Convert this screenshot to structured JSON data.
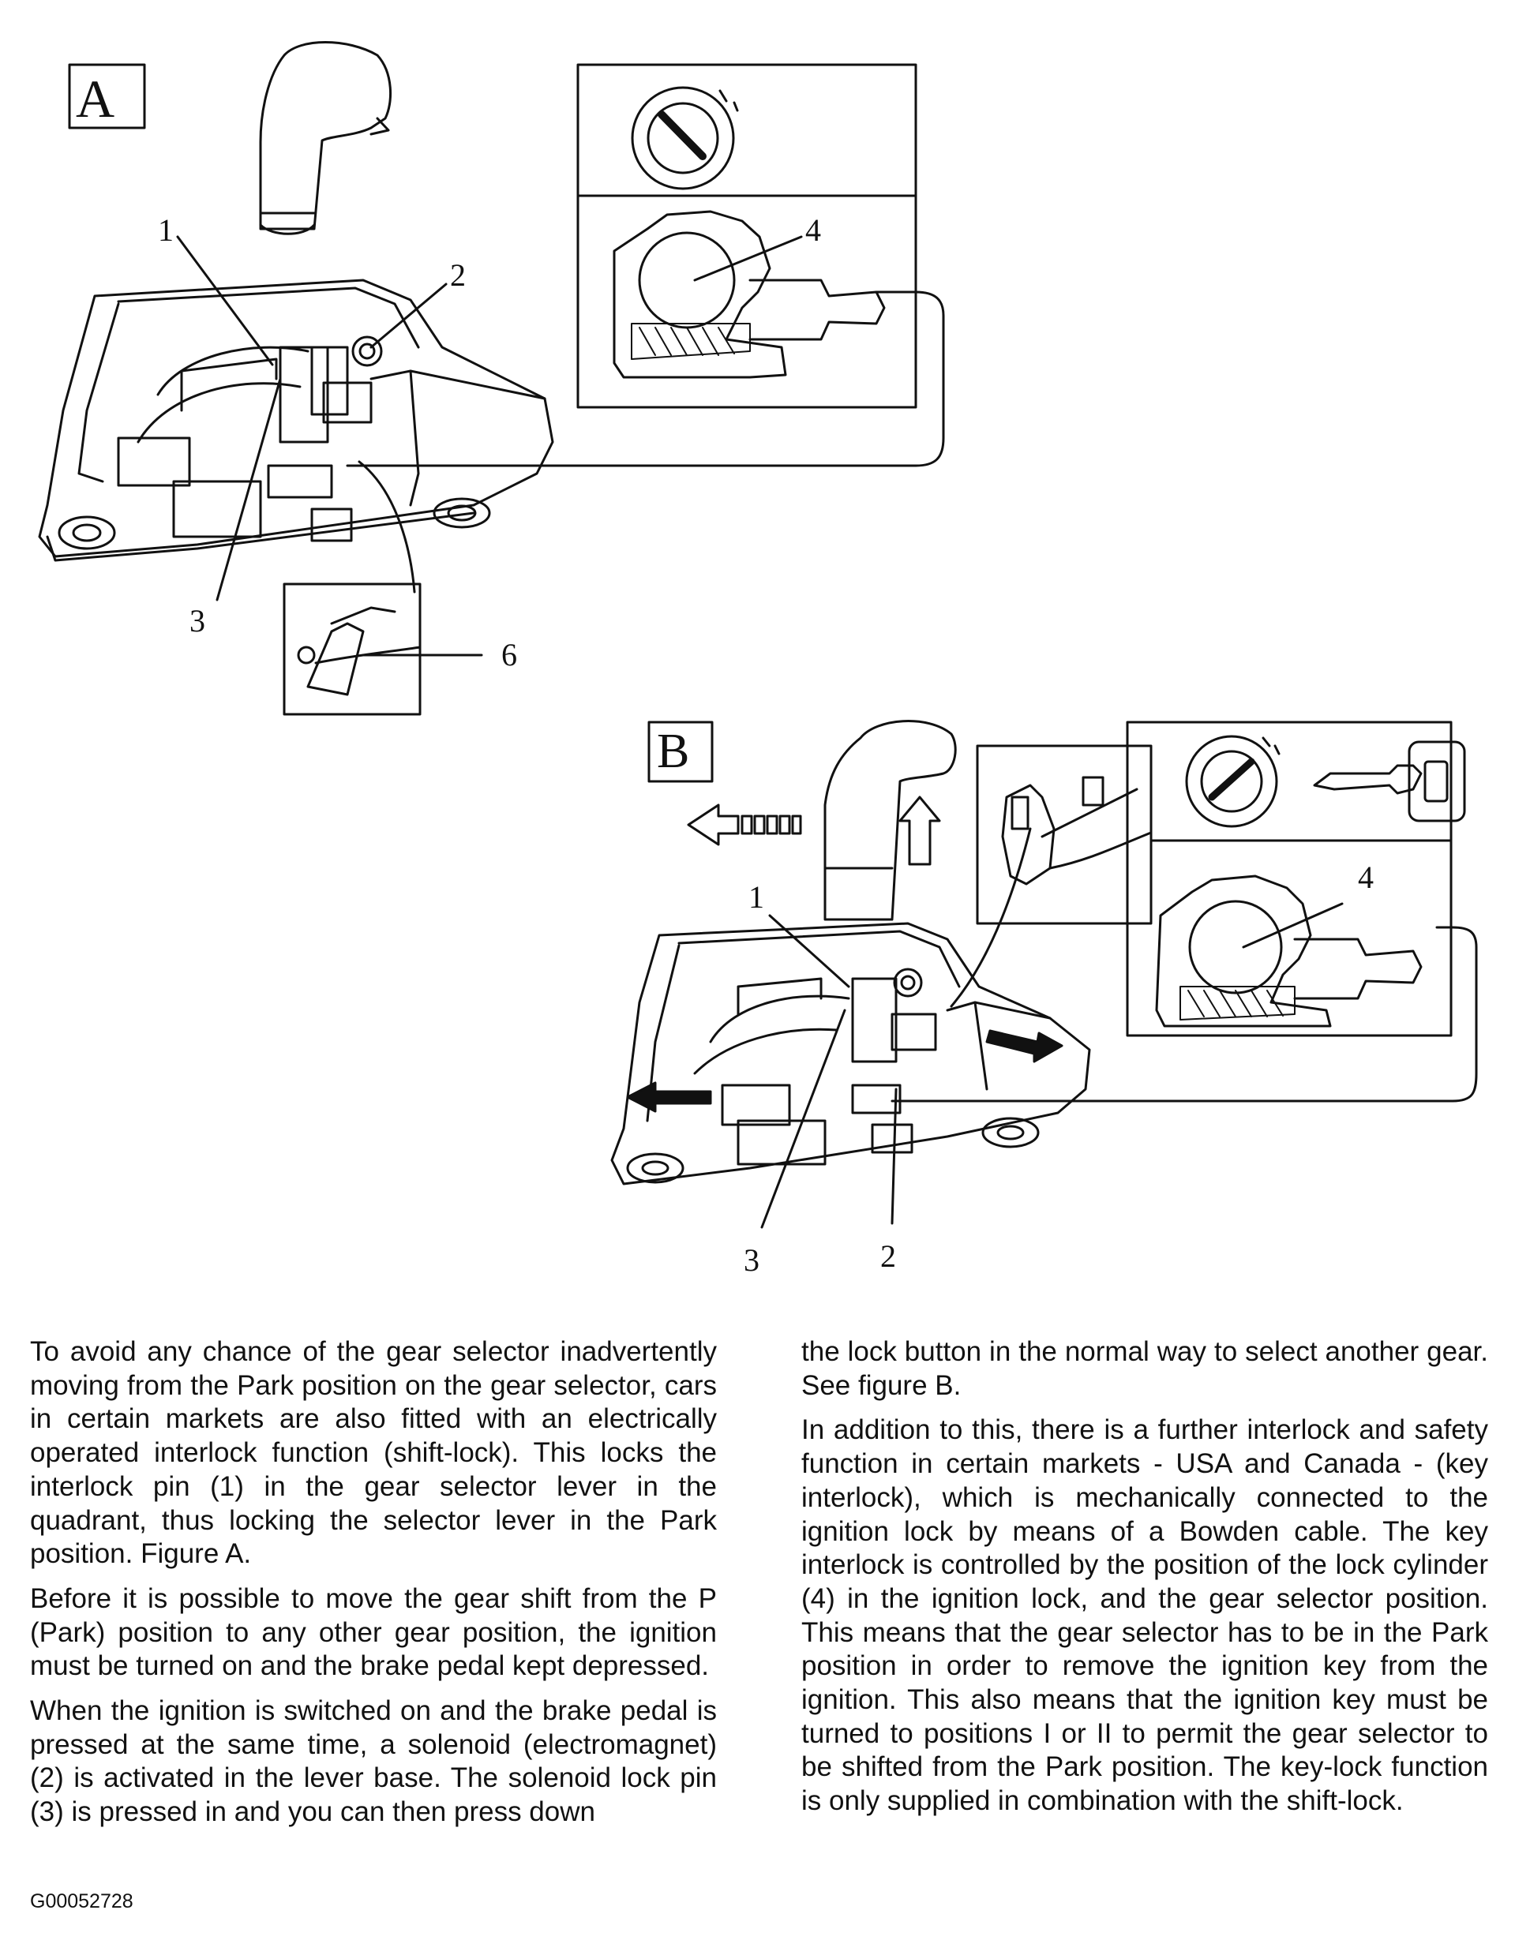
{
  "figure_a": {
    "label": "A",
    "callouts": {
      "c1": "1",
      "c2": "2",
      "c3": "3",
      "c4": "4",
      "c6": "6"
    }
  },
  "figure_b": {
    "label": "B",
    "callouts": {
      "c1": "1",
      "c2": "2",
      "c3": "3",
      "c4": "4"
    }
  },
  "text": {
    "left": [
      "To avoid any chance of the gear selector inadvertently moving from the Park position on the gear selector, cars in certain markets are also fitted with an electrically operated interlock function (shift-lock). This locks the interlock pin (1) in the gear selector lever in the quadrant, thus locking the selector lever in the Park position. Figure A.",
      "Before it is possible to move the gear shift from the P (Park) position to any other gear position, the ignition must be turned on and the brake pedal kept depressed.",
      "When the ignition is switched on and the brake pedal is pressed at the same time, a solenoid (electromagnet) (2) is activated in the lever base. The solenoid lock pin (3) is pressed in and you can then press down"
    ],
    "right": [
      "the lock button in the normal way to select another gear. See figure B.",
      "In addition to this, there is a further interlock and safety function in certain markets - USA and Canada - (key interlock), which is mechanically connected to the ignition lock by means of a Bowden cable. The key interlock is controlled by the position of the lock cylinder (4) in the ignition lock, and the gear selector position. This means that the gear selector has to be in the Park position in order to remove the ignition key from the ignition. This also means that the ignition key must be turned to positions I or II to permit the gear selector to be shifted from the Park position. The key-lock function is only supplied in combination with the shift-lock."
    ]
  },
  "doc_code": "G00052728"
}
